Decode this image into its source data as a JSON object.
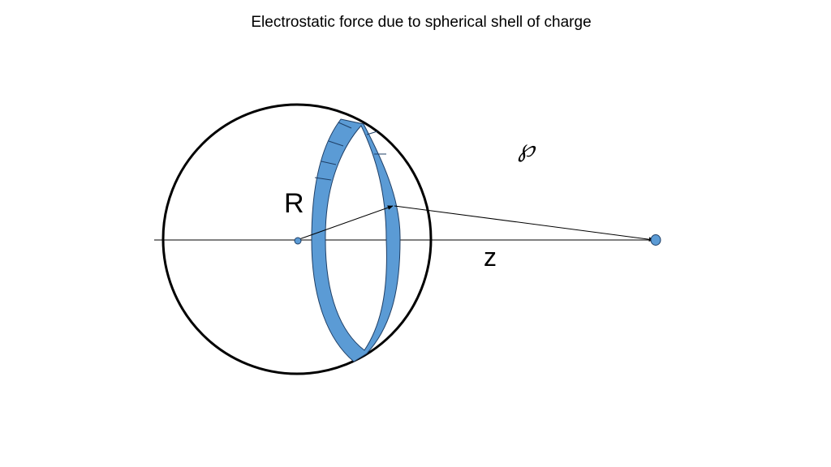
{
  "title": "Electrostatic force due to spherical shell of charge",
  "labels": {
    "radius": "R",
    "distance": "z",
    "field_point": "℘"
  },
  "colors": {
    "ring_fill": "#5b9bd5",
    "ring_stroke": "#1f3f66",
    "line": "#000000",
    "background": "#ffffff"
  }
}
